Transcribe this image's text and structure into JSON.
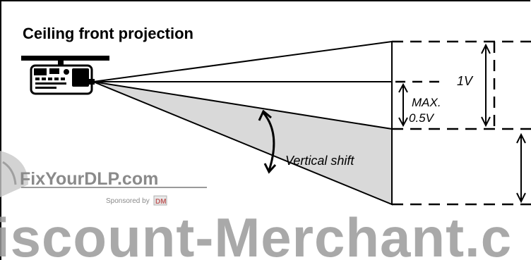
{
  "diagram": {
    "title": "Ceiling front projection",
    "label_1v": "1V",
    "label_max": "MAX.",
    "label_05v": "0.5V",
    "label_shift": "Vertical shift"
  },
  "watermark": {
    "site": "FixYourDLP.com",
    "sponsor": "Sponsored by",
    "sponsor_logo": "DM",
    "banner": "iscount-Merchant.c"
  },
  "colors": {
    "frame": "#000000",
    "shaded_region": "#d9d9d9",
    "watermark_gray": "#8a8a8a",
    "watermark_light": "#c8c8c8"
  }
}
